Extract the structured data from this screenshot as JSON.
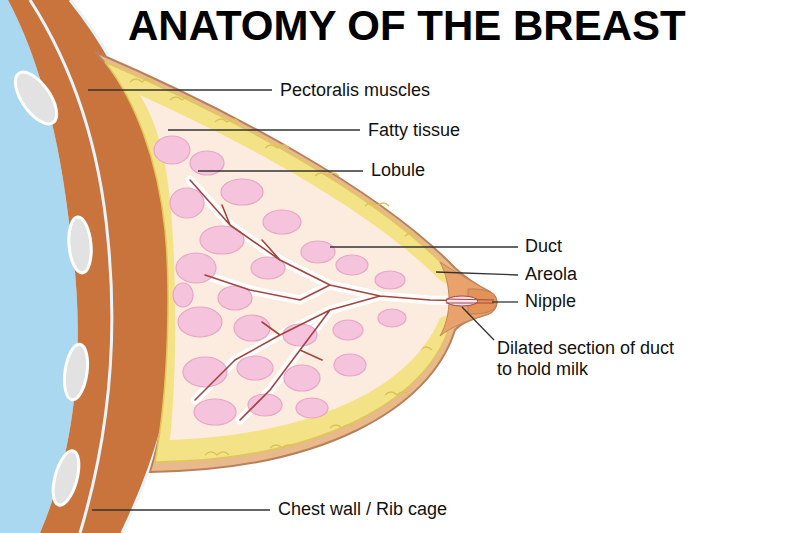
{
  "diagram": {
    "title": "ANATOMY OF THE BREAST",
    "labels": [
      "Pectoralis muscles",
      "Fatty tissue",
      "Lobule",
      "Duct",
      "Areola",
      "Nipple",
      "Dilated section of duct to hold milk",
      "Chest wall / Rib cage"
    ]
  }
}
